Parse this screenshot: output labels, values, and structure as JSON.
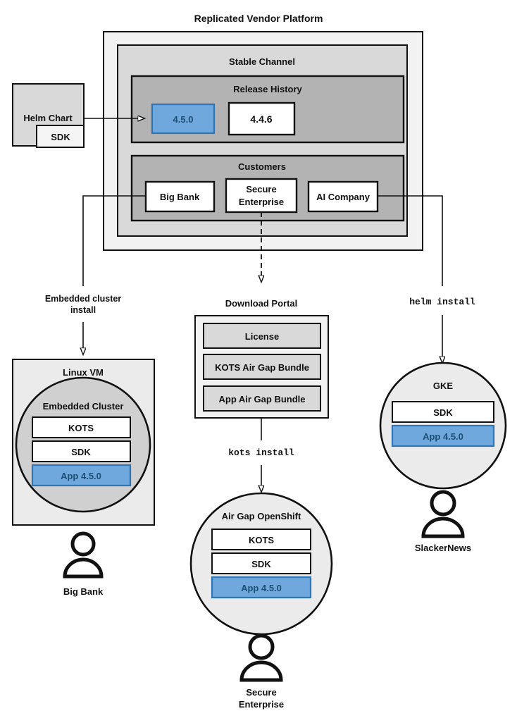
{
  "diagram": {
    "title": "Replicated Vendor Platform",
    "colors": {
      "outer_panel": "#f2f2f2",
      "channel_panel": "#d9d9d9",
      "inner_panel": "#b3b3b3",
      "blue_fill": "#6fa8dc",
      "blue_border": "#2e75b6",
      "blue_text": "#1c4f76",
      "white": "#ffffff",
      "line": "#111111",
      "light_gray": "#ebebeb",
      "mid_gray": "#d0d0d0"
    },
    "platform": {
      "title": "Replicated Vendor Platform",
      "channel": {
        "title": "Stable Channel",
        "release_history": {
          "title": "Release History",
          "releases": [
            {
              "version": "4.5.0",
              "highlighted": true
            },
            {
              "version": "4.4.6",
              "highlighted": false
            }
          ]
        },
        "customers": {
          "title": "Customers",
          "items": [
            {
              "name": "Big Bank"
            },
            {
              "name": "Secure Enterprise"
            },
            {
              "name": "AI Company"
            }
          ]
        }
      }
    },
    "helm_chart": {
      "title": "Helm Chart",
      "badge": "SDK"
    },
    "edge_labels": {
      "embedded_cluster_install": "Embedded cluster install",
      "embedded_cluster_install_line1": "Embedded cluster",
      "embedded_cluster_install_line2": "install",
      "kots_install": "kots install",
      "helm_install": "helm install"
    },
    "download_portal": {
      "title": "Download Portal",
      "items": [
        "License",
        "KOTS Air Gap Bundle",
        "App Air Gap Bundle"
      ]
    },
    "targets": [
      {
        "id": "linux-vm",
        "shape": "rect",
        "title": "Linux VM",
        "inner_title": "Embedded Cluster",
        "components": [
          {
            "label": "KOTS",
            "highlighted": false
          },
          {
            "label": "SDK",
            "highlighted": false
          },
          {
            "label": "App 4.5.0",
            "highlighted": true
          }
        ],
        "user": "Big Bank"
      },
      {
        "id": "air-gap-openshift",
        "shape": "circle",
        "title": "Air Gap OpenShift",
        "components": [
          {
            "label": "KOTS",
            "highlighted": false
          },
          {
            "label": "SDK",
            "highlighted": false
          },
          {
            "label": "App 4.5.0",
            "highlighted": true
          }
        ],
        "user_line1": "Secure",
        "user_line2": "Enterprise"
      },
      {
        "id": "gke",
        "shape": "circle",
        "title": "GKE",
        "components": [
          {
            "label": "SDK",
            "highlighted": false
          },
          {
            "label": "App 4.5.0",
            "highlighted": true
          }
        ],
        "user": "SlackerNews"
      }
    ]
  }
}
